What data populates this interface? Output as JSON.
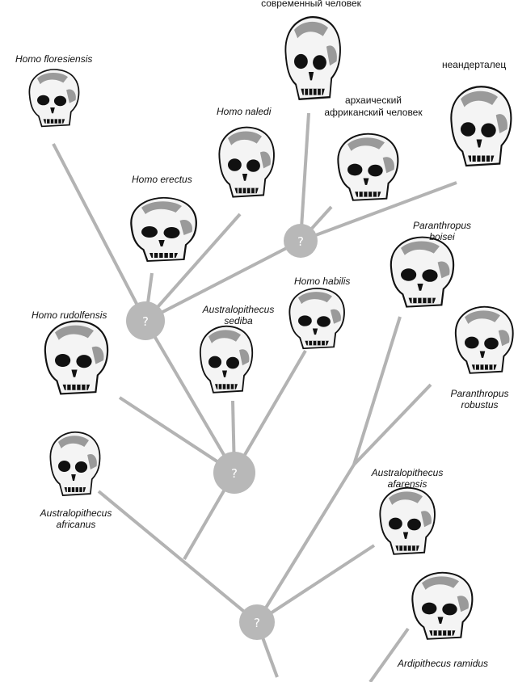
{
  "nodes": {
    "unknown_mark": "?"
  },
  "species": {
    "modern_human": "современный человек",
    "neanderthal": "неандерталец",
    "archaic_african_1": "архаический",
    "archaic_african_2": "африканский человек",
    "floresiensis": "Homo floresiensis",
    "naledi": "Homo naledi",
    "erectus": "Homo erectus",
    "p_boisei_1": "Paranthropus",
    "p_boisei_2": "boisei",
    "rudolfensis": "Homo rudolfensis",
    "a_sediba_1": "Australopithecus",
    "a_sediba_2": "sediba",
    "habilis": "Homo habilis",
    "p_robustus_1": "Paranthropus",
    "p_robustus_2": "robustus",
    "a_afarensis_1": "Australopithecus",
    "a_afarensis_2": "afarensis",
    "a_africanus_1": "Australopithecus",
    "a_africanus_2": "africanus",
    "ardipithecus": "Ardipithecus ramidus"
  },
  "colors": {
    "branch": "#b3b3b3",
    "node": "#b8b8b8",
    "text": "#111111"
  }
}
